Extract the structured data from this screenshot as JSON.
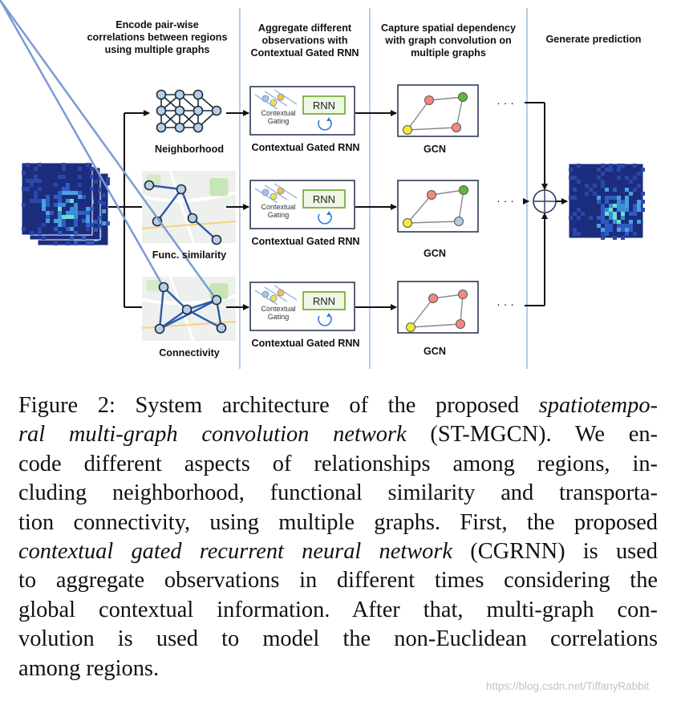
{
  "figure": {
    "stage_headers": [
      [
        "Encode pair-wise",
        "correlations between regions",
        "using multiple graphs"
      ],
      [
        "Aggregate different",
        "observations with",
        "Contextual Gated RNN"
      ],
      [
        "Capture spatial dependency",
        "with graph convolution on",
        "multiple graphs"
      ],
      [
        "Generate prediction"
      ]
    ],
    "graph_labels": [
      "Neighborhood",
      "Func. similarity",
      "Connectivity"
    ],
    "rnn_box_label": "RNN",
    "gating_label": [
      "Contextual",
      "Gating"
    ],
    "cgrnn_label": "Contextual Gated RNN",
    "gcn_label": "GCN",
    "ellipsis": "· · ·",
    "colors": {
      "divider": "#8fb0d8",
      "rnn_border": "#7cae3c",
      "node_fill": "#b8cde6",
      "node_red": "#f08a7e",
      "node_green": "#5fb83f",
      "node_yellow": "#f2ea3a",
      "node_blue": "#b6c9dd",
      "heatmap_dark": "#1c2d7e"
    },
    "icons": [
      "neighborhood-graph-icon",
      "map-similarity-icon",
      "map-connectivity-icon",
      "heatmap-icon",
      "sum-icon",
      "recurrent-arrow-icon"
    ]
  },
  "caption": {
    "prefix": "Figure 2: System architecture of the proposed ",
    "italic1": "spatiotempo-ral multi-graph convolution network",
    "mid1": " (ST-MGCN). We encode different aspects of relationships among regions, including neighborhood, functional similarity and transportation connectivity, using multiple graphs. First, the proposed ",
    "italic2": "contextual gated recurrent neural network",
    "mid2": " (CGRNN) is used to aggregate observations in different times considering the global contextual information. After that, multi-graph convolution is used to model the non-Euclidean correlations among regions.",
    "lines": [
      [
        {
          "t": "Figure 2: System architecture of the proposed "
        },
        {
          "t": "spatiotempo-",
          "i": true
        }
      ],
      [
        {
          "t": "ral multi-graph convolution network",
          "i": true
        },
        {
          "t": " (ST-MGCN). We en-"
        }
      ],
      [
        {
          "t": "code different aspects of relationships among regions, in-"
        }
      ],
      [
        {
          "t": "cluding neighborhood, functional similarity and transporta-"
        }
      ],
      [
        {
          "t": "tion connectivity, using multiple graphs. First, the proposed"
        }
      ],
      [
        {
          "t": "contextual gated recurrent neural network",
          "i": true
        },
        {
          "t": " (CGRNN) is used"
        }
      ],
      [
        {
          "t": "to aggregate observations in different times considering the"
        }
      ],
      [
        {
          "t": "global contextual information. After that, multi-graph con-"
        }
      ],
      [
        {
          "t": "volution is used to model the non-Euclidean correlations"
        }
      ],
      [
        {
          "t": "among regions."
        }
      ]
    ]
  },
  "watermark": "https://blog.csdn.net/TiffanyRabbit"
}
